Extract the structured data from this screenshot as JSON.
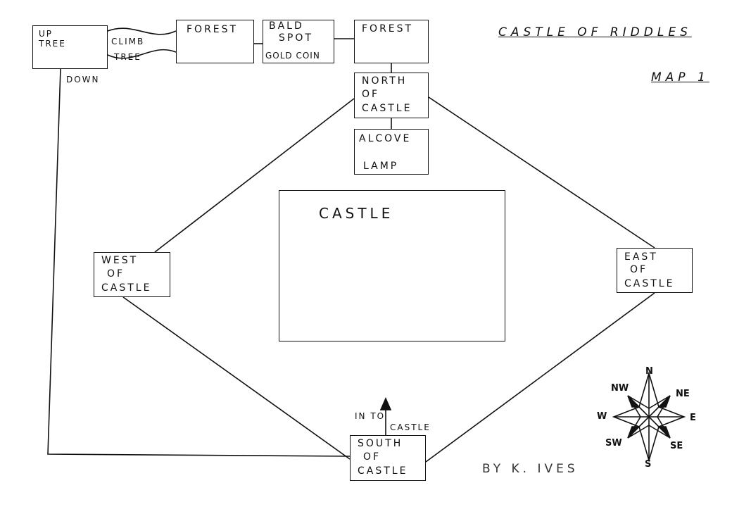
{
  "title": "CASTLE OF RIDDLES",
  "subtitle": "MAP 1",
  "author": "BY K. IVES",
  "rooms": {
    "up_tree": [
      "UP",
      "TREE"
    ],
    "forest_1": "FOREST",
    "bald_spot": [
      "BALD",
      "SPOT"
    ],
    "bald_spot_item": "GOLD COIN",
    "forest_2": "FOREST",
    "north": [
      "NORTH",
      "OF",
      "CASTLE"
    ],
    "alcove": "ALCOVE",
    "alcove_item": "LAMP",
    "castle": "CASTLE",
    "west": [
      "WEST",
      "OF",
      "CASTLE"
    ],
    "east": [
      "EAST",
      "OF",
      "CASTLE"
    ],
    "south": [
      "SOUTH",
      "OF",
      "CASTLE"
    ]
  },
  "paths": {
    "climb": [
      "CLIMB",
      "TREE"
    ],
    "down": "DOWN",
    "into": "IN TO",
    "into_castle": "CASTLE"
  },
  "compass": {
    "n": "N",
    "ne": "NE",
    "e": "E",
    "se": "SE",
    "s": "S",
    "sw": "SW",
    "w": "W",
    "nw": "NW"
  }
}
